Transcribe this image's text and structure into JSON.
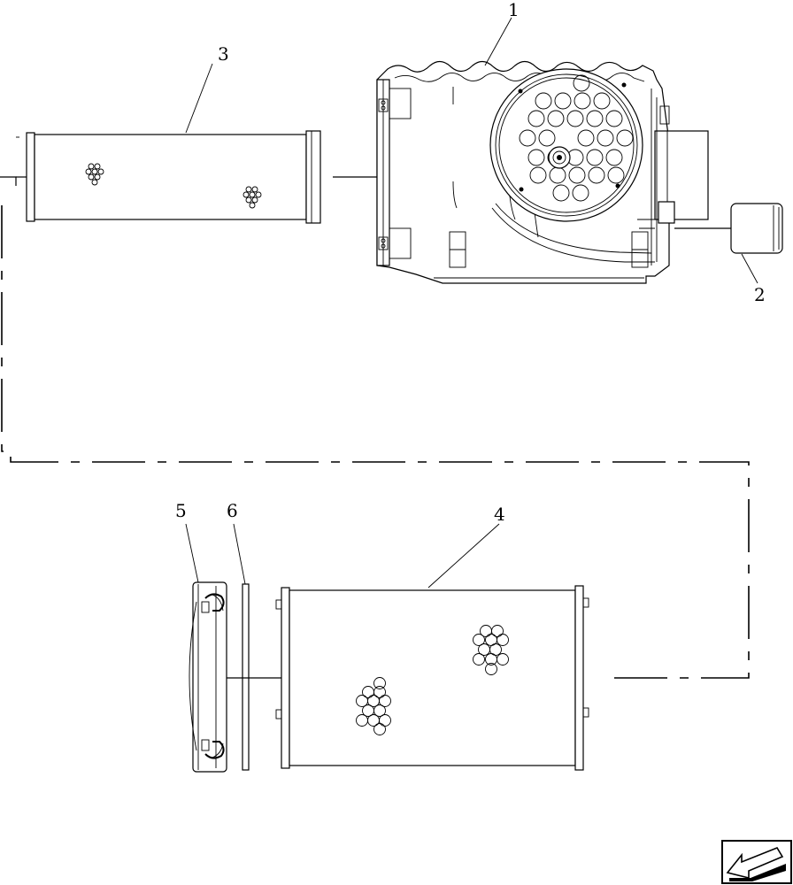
{
  "callouts": [
    {
      "id": "1",
      "label": "1"
    },
    {
      "id": "2",
      "label": "2"
    },
    {
      "id": "3",
      "label": "3"
    },
    {
      "id": "4",
      "label": "4"
    },
    {
      "id": "5",
      "label": "5"
    },
    {
      "id": "6",
      "label": "6"
    }
  ],
  "parts": [
    {
      "callout": "1",
      "kind": "air-cleaner-housing"
    },
    {
      "callout": "2",
      "kind": "restriction-indicator"
    },
    {
      "callout": "3",
      "kind": "inner-filter-element"
    },
    {
      "callout": "4",
      "kind": "outer-filter-element"
    },
    {
      "callout": "5",
      "kind": "end-cover"
    },
    {
      "callout": "6",
      "kind": "gasket"
    }
  ],
  "icons": {
    "navigation": "back-arrow-icon"
  }
}
